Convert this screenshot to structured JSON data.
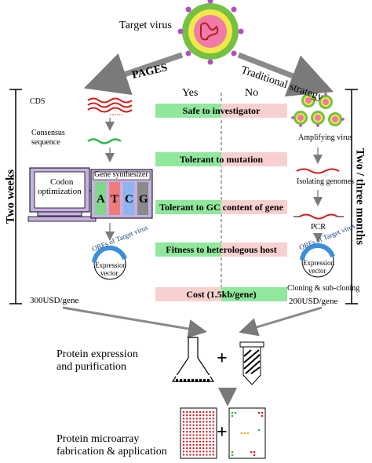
{
  "top": {
    "target_virus": "Target virus",
    "pages": "PAGES",
    "traditional": "Traditional strategy"
  },
  "compare": {
    "yes": "Yes",
    "no": "No"
  },
  "criteria": [
    "Safe to investigator",
    "Tolerant to mutation",
    "Tolerant to GC content of gene",
    "Fitness to heterologous host",
    "Cost (1.5kb/gene)"
  ],
  "pages_side": {
    "cds": "CDS",
    "consensus_line1": "Consensus",
    "consensus_line2": "sequence",
    "codon_line1": "Codon",
    "codon_line2": "optimization",
    "gene_synth": "Gene synthesizer",
    "bases": [
      "A",
      "T",
      "C",
      "G"
    ],
    "orfs": "ORFs of Target virus",
    "expression_line1": "Expression",
    "expression_line2": "vector",
    "cost": "300USD/gene"
  },
  "trad_side": {
    "amplifying": "Amplifying virus",
    "isolating": "Isolating genomes",
    "pcr": "PCR",
    "orfs": "ORFs of Target virus",
    "expression_line1": "Expression",
    "expression_line2": "vector",
    "cloning": "Cloning &  sub-cloning",
    "cost": "200USD/gene"
  },
  "durations": {
    "left": "Two weeks",
    "right": "Two / three months"
  },
  "bottom": {
    "protein_expr_line1": "Protein expression",
    "protein_expr_line2": "and purification",
    "microarray_line1": "Protein microarray",
    "microarray_line2": "fabrication & application",
    "plus": "+"
  }
}
